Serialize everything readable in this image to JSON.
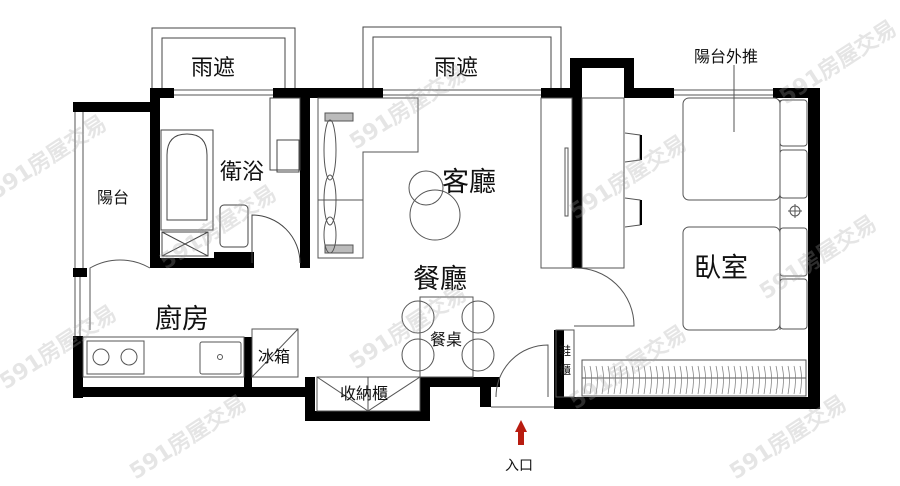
{
  "floor_plan": {
    "rooms": {
      "canopy_left": "雨遮",
      "canopy_center": "雨遮",
      "balcony_left": "陽台",
      "bathroom": "衛浴",
      "living_room": "客廳",
      "dining_room": "餐廳",
      "dining_table": "餐桌",
      "kitchen": "廚房",
      "fridge": "冰箱",
      "storage_cabinet": "收納櫃",
      "shoe_cabinet": "鞋櫃",
      "bedroom": "臥室",
      "balcony_extension": "陽台外推"
    },
    "entrance": {
      "label": "入口",
      "arrow_color": "#b81c10"
    },
    "colors": {
      "wall": "#000000",
      "fixture_line": "#555555",
      "background": "#ffffff"
    },
    "watermark": "591房屋交易"
  }
}
